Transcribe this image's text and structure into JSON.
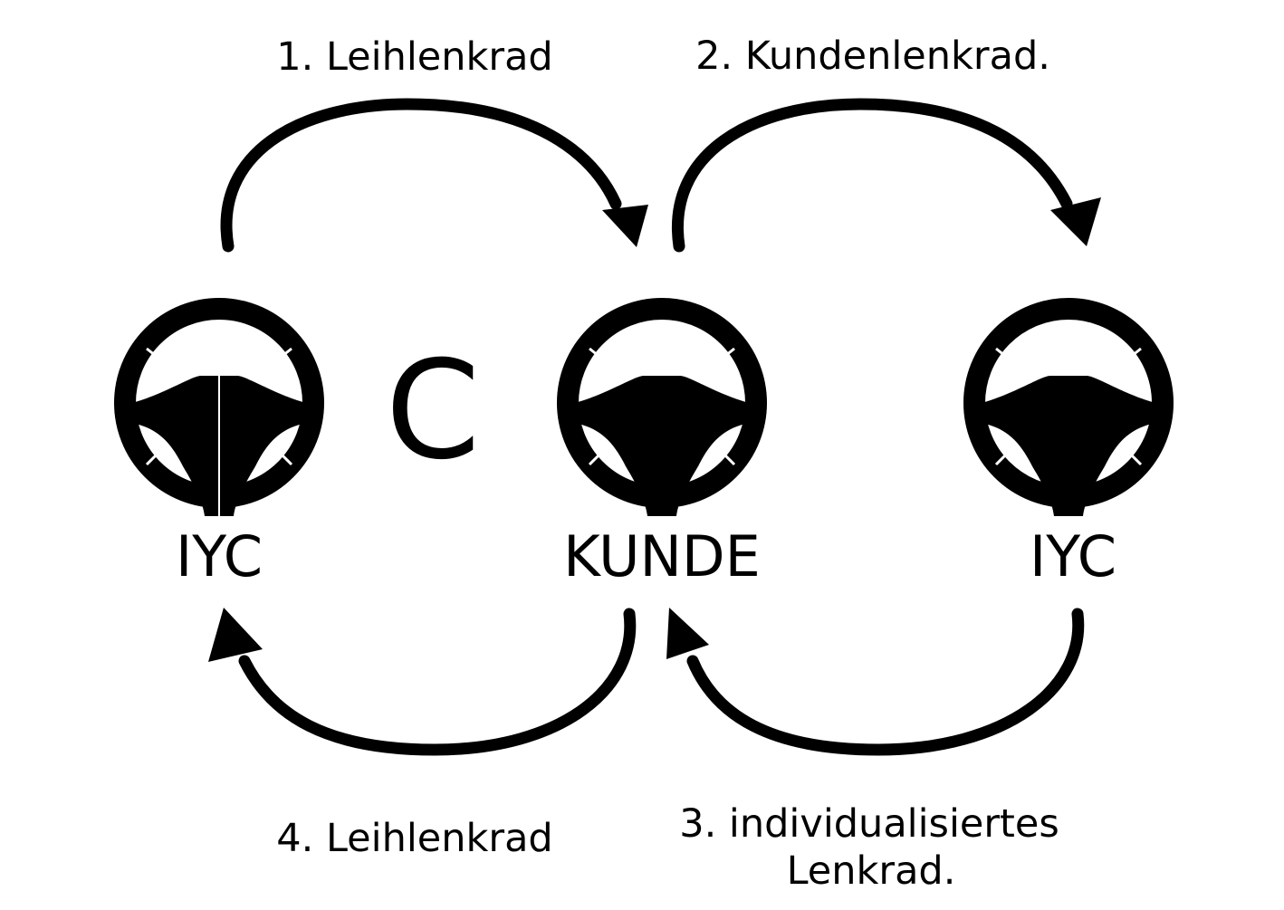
{
  "nodes": {
    "left": {
      "label": "IYC",
      "icon": "steering-wheel-icon"
    },
    "center": {
      "label": "KUNDE",
      "icon": "steering-wheel-icon"
    },
    "right": {
      "label": "IYC",
      "icon": "steering-wheel-icon"
    }
  },
  "center_mark": "C",
  "steps": [
    {
      "label": "1. Leihlenkrad"
    },
    {
      "label": "2. Kundenlenkrad."
    },
    {
      "label_line1": "3. individualisiertes",
      "label_line2": "Lenkrad."
    },
    {
      "label": "4. Leihlenkrad"
    }
  ],
  "colors": {
    "ink": "#000000",
    "background": "#ffffff"
  }
}
